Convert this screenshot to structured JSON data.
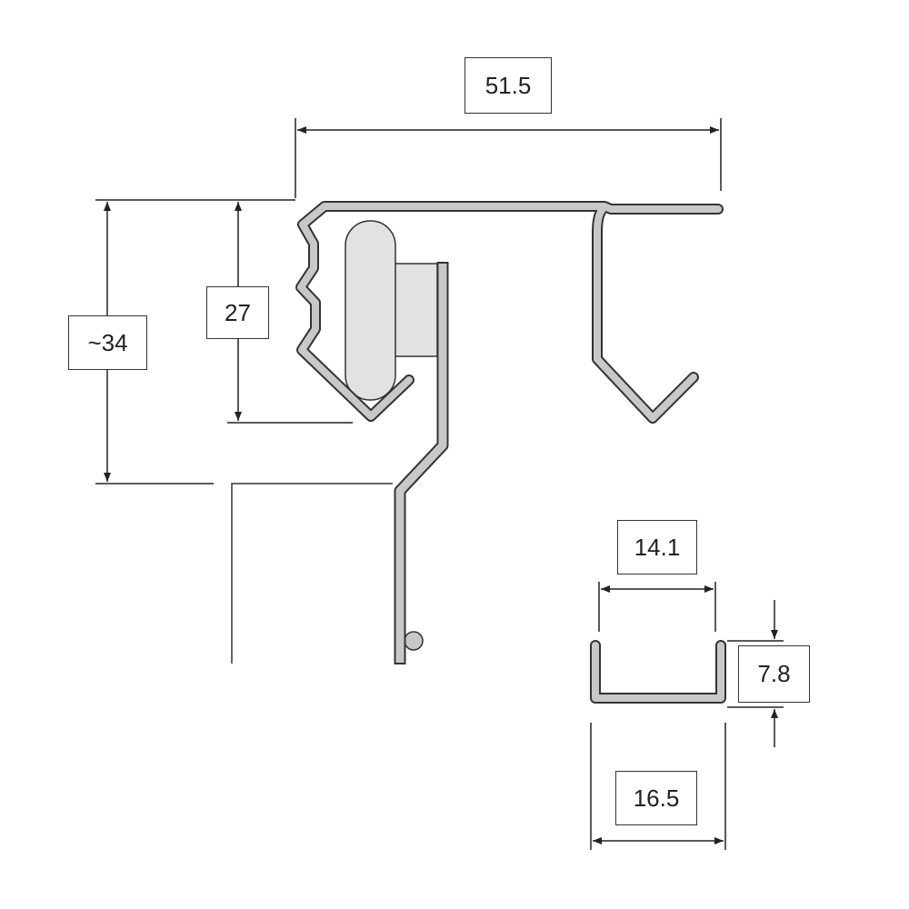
{
  "title": "Profile cross-section with dimensions",
  "colors": {
    "profile_fill": "#c8c8c8",
    "outline": "#333333",
    "roller_fill": "#e2e2e2"
  },
  "dimensions": {
    "overall_width": "51.5",
    "overall_height": "~34",
    "inner_height": "27",
    "channel_inner_width": "14.1",
    "channel_height": "7.8",
    "channel_outer_width": "16.5"
  }
}
